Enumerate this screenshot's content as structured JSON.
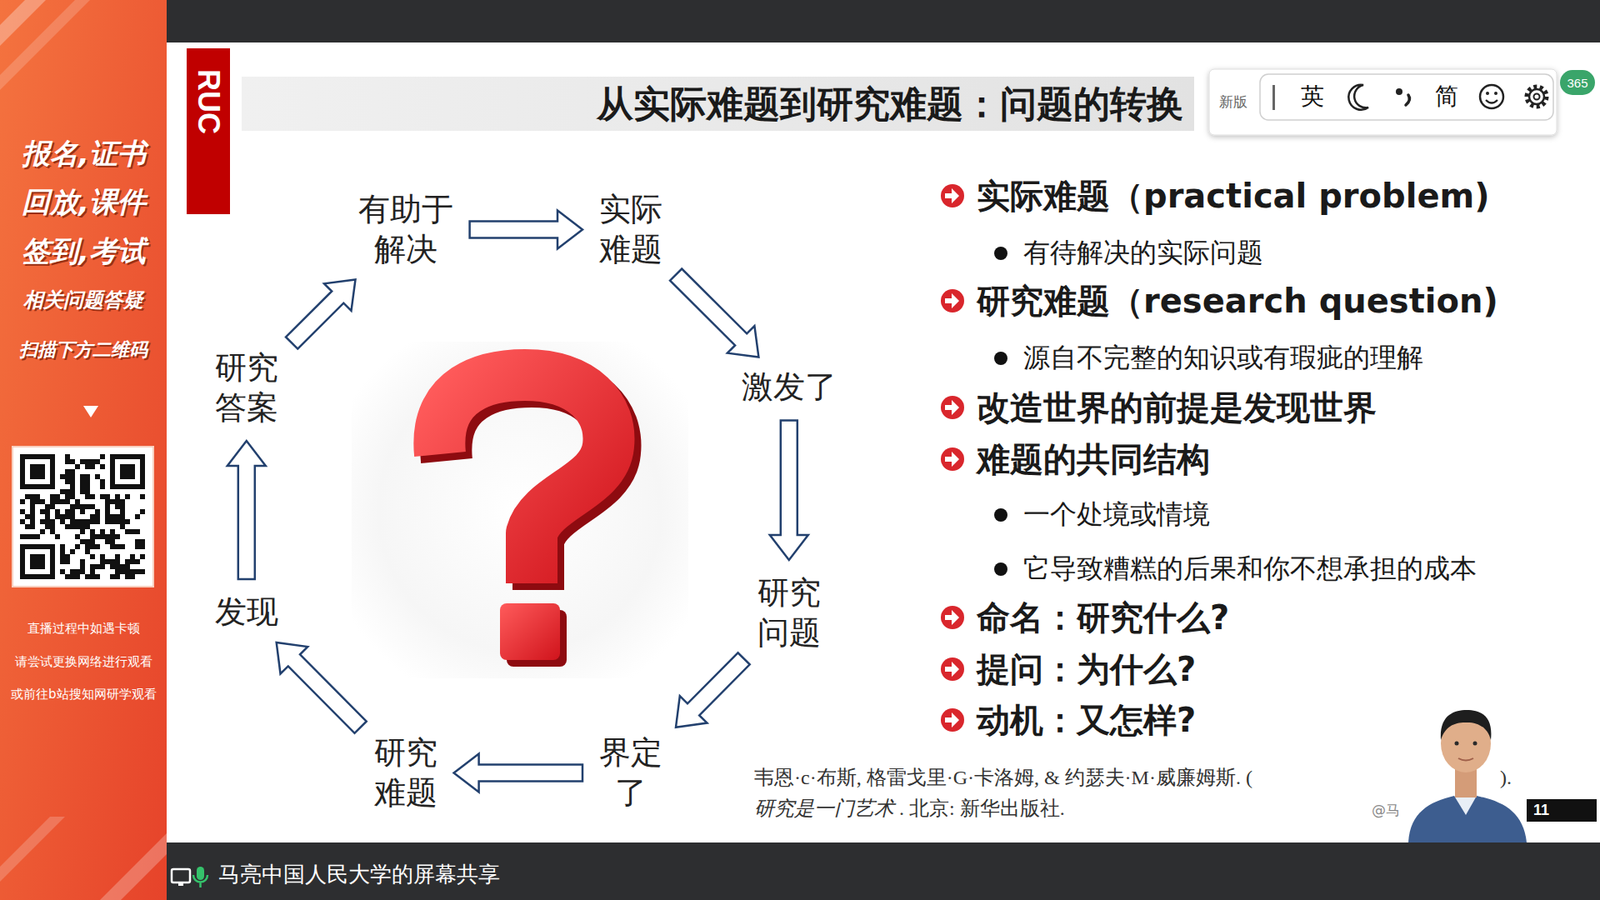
{
  "diagram": {
    "title": "从实际难题到研究难题：问题的转换",
    "nodes": [
      {
        "text": [
          "RUC"
        ]
      },
      {
        "text": [
          "365"
        ]
      },
      {
        "text": [
          "有助于 解决"
        ]
      },
      {
        "text": [
          "实际 难题"
        ]
      },
      {
        "text": [
          "激发了"
        ]
      },
      {
        "text": [
          "研究 问题"
        ]
      },
      {
        "text": [
          "界定 了"
        ]
      },
      {
        "text": [
          "研究 难题"
        ]
      },
      {
        "text": [
          "发现"
        ]
      },
      {
        "text": [
          "研究 答案"
        ]
      },
      {
        "text": [
          "11"
        ]
      }
    ],
    "edges": [
      {
        "from": 2,
        "to": 3,
        "arrow": "to"
      },
      {
        "from": 3,
        "to": 4,
        "arrow": "to"
      },
      {
        "from": 4,
        "to": 5,
        "arrow": "to"
      },
      {
        "from": 5,
        "to": 6,
        "arrow": "to"
      },
      {
        "from": 6,
        "to": 7,
        "arrow": "to"
      },
      {
        "from": 7,
        "to": 8,
        "arrow": "to"
      },
      {
        "from": 8,
        "to": 9,
        "arrow": "to"
      },
      {
        "from": 9,
        "to": 2,
        "arrow": "to"
      }
    ],
    "labels": [
      "报名,证书",
      "回放,课件",
      "签到,考试",
      "相关问题答疑",
      "扫描下方二维码",
      "直播过程中如遇卡顿",
      "请尝试更换网络进行观看",
      "或前往b站搜知网研学观看",
      "新版",
      "英",
      "简",
      "实际难题（practical problem)",
      "有待解决的实际问题",
      "研究难题（research question)",
      "源自不完整的知识或有瑕疵的理解",
      "改造世界的前提是发现世界",
      "难题的共同结构",
      "一个处境或情境",
      "它导致糟糕的后果和你不想承担的成本",
      "命名：研究什么?",
      "提问：为什么?",
      "动机：又怎样?",
      "韦恩·c·布斯, 格雷戈里·G·卡洛姆, & 约瑟夫·M·威廉姆斯. (",
      ").",
      "研究是一门艺术",
      ". 北京: 新华出版社.",
      "@马",
      "马亮中国人民大学的屏幕共享"
    ]
  }
}
